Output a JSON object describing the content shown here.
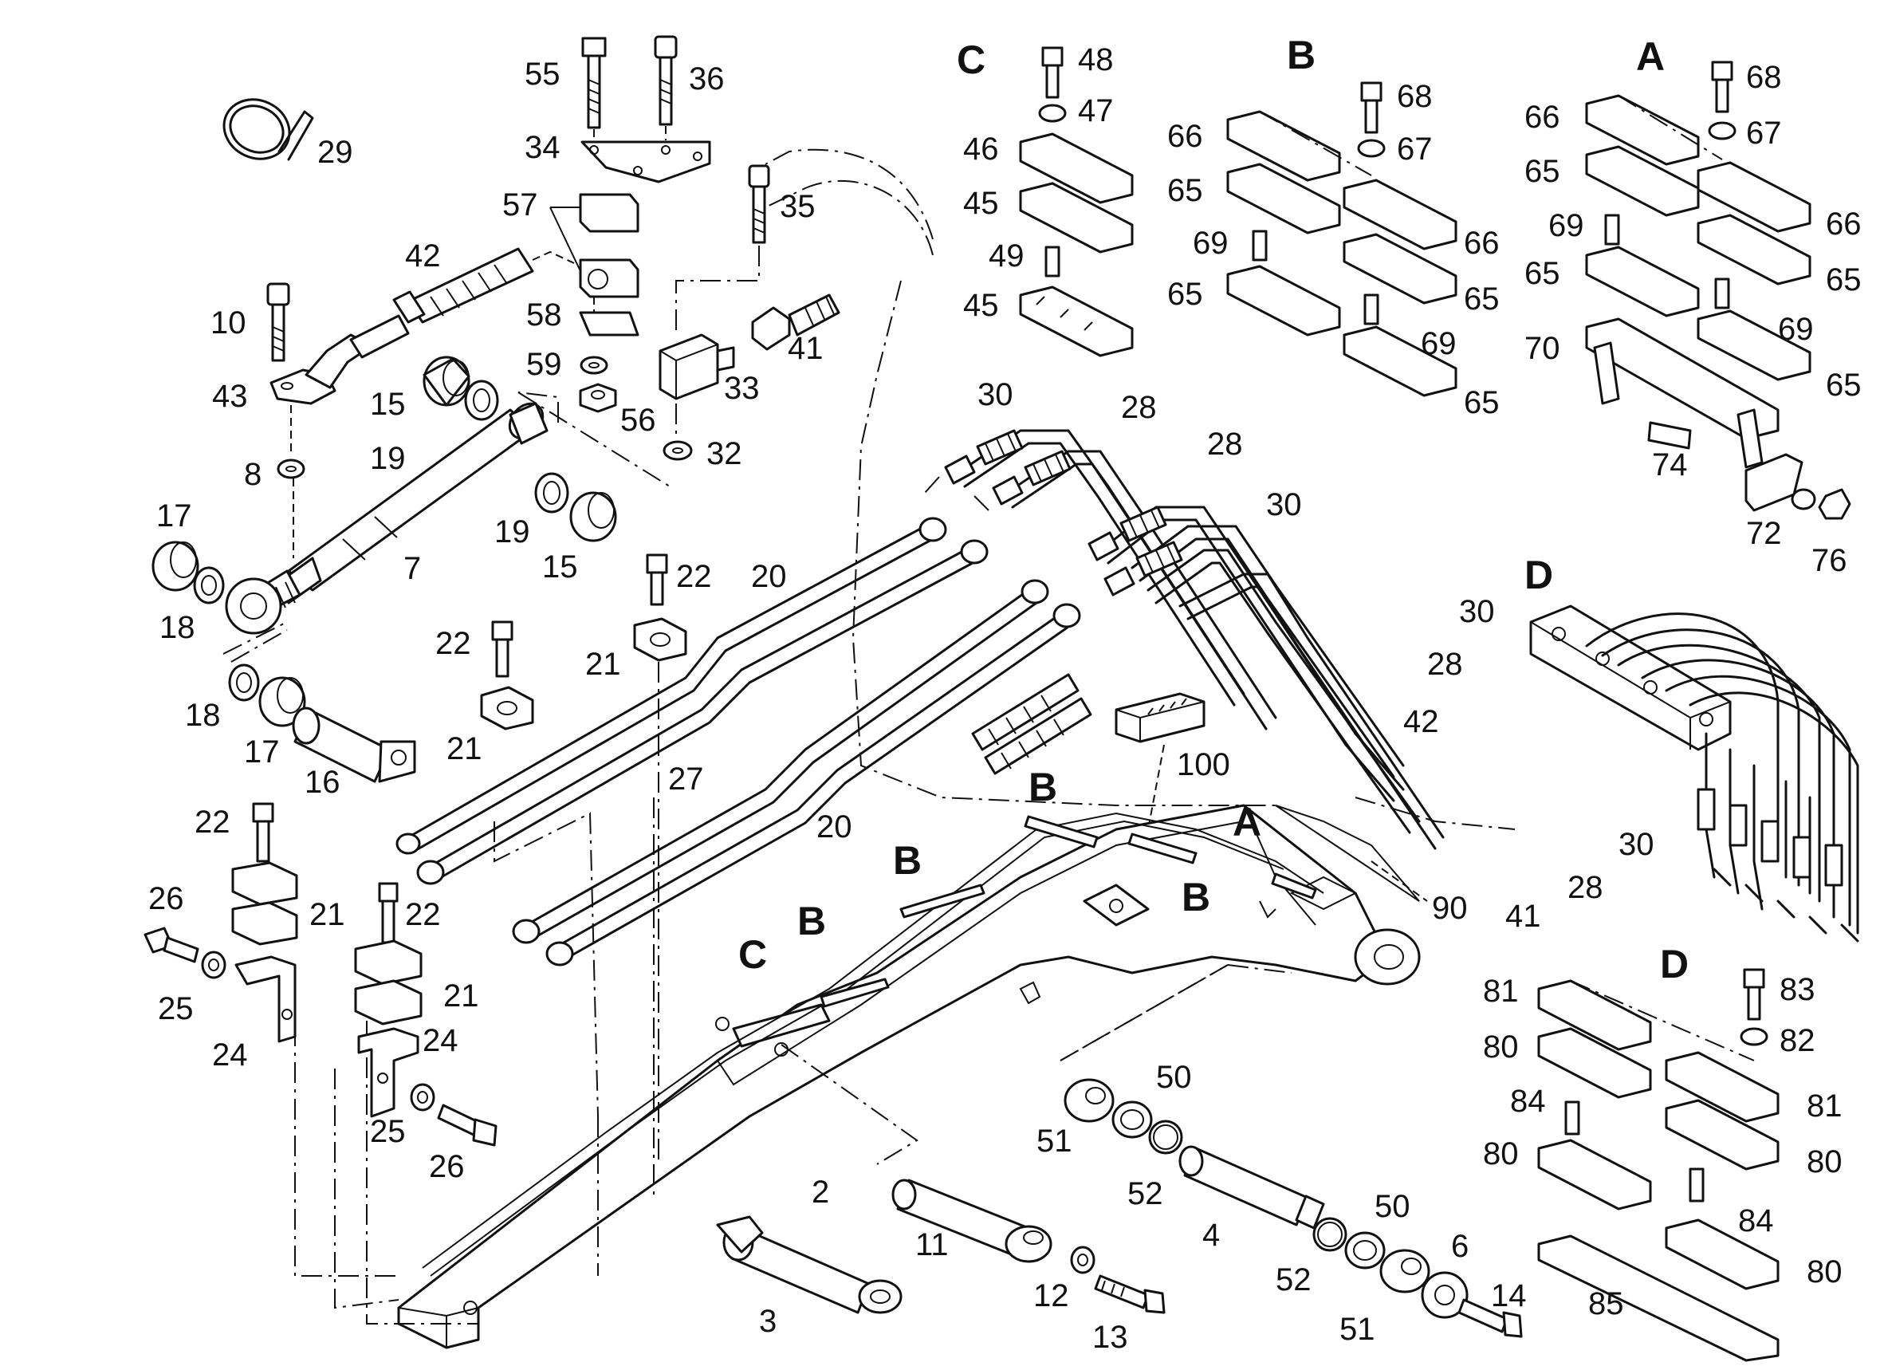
{
  "callouts": [
    {
      "id": "c55",
      "text": "55"
    },
    {
      "id": "c36",
      "text": "36"
    },
    {
      "id": "c34",
      "text": "34"
    },
    {
      "id": "c57",
      "text": "57"
    },
    {
      "id": "c35",
      "text": "35"
    },
    {
      "id": "c42",
      "text": "42"
    },
    {
      "id": "c10",
      "text": "10"
    },
    {
      "id": "c58",
      "text": "58"
    },
    {
      "id": "c59",
      "text": "59"
    },
    {
      "id": "c56",
      "text": "56"
    },
    {
      "id": "c41",
      "text": "41"
    },
    {
      "id": "c33",
      "text": "33"
    },
    {
      "id": "c32",
      "text": "32"
    },
    {
      "id": "c43",
      "text": "43"
    },
    {
      "id": "c15a",
      "text": "15"
    },
    {
      "id": "c19a",
      "text": "19"
    },
    {
      "id": "c8",
      "text": "8"
    },
    {
      "id": "c7",
      "text": "7"
    },
    {
      "id": "c17a",
      "text": "17"
    },
    {
      "id": "c18a",
      "text": "18"
    },
    {
      "id": "c19b",
      "text": "19"
    },
    {
      "id": "c15b",
      "text": "15"
    },
    {
      "id": "c29",
      "text": "29"
    },
    {
      "id": "c22a",
      "text": "22"
    },
    {
      "id": "c20a",
      "text": "20"
    },
    {
      "id": "c21a",
      "text": "21"
    },
    {
      "id": "c22b",
      "text": "22"
    },
    {
      "id": "c21b",
      "text": "21"
    },
    {
      "id": "c18b",
      "text": "18"
    },
    {
      "id": "c17b",
      "text": "17"
    },
    {
      "id": "c16",
      "text": "16"
    },
    {
      "id": "c27",
      "text": "27"
    },
    {
      "id": "c20b",
      "text": "20"
    },
    {
      "id": "c22c",
      "text": "22"
    },
    {
      "id": "c22d",
      "text": "22"
    },
    {
      "id": "c21c",
      "text": "21"
    },
    {
      "id": "c21d",
      "text": "21"
    },
    {
      "id": "c26a",
      "text": "26"
    },
    {
      "id": "c25a",
      "text": "25"
    },
    {
      "id": "c24a",
      "text": "24"
    },
    {
      "id": "c24b",
      "text": "24"
    },
    {
      "id": "c25b",
      "text": "25"
    },
    {
      "id": "c26b",
      "text": "26"
    },
    {
      "id": "c2",
      "text": "2"
    },
    {
      "id": "c3",
      "text": "3"
    },
    {
      "id": "c11",
      "text": "11"
    },
    {
      "id": "c12",
      "text": "12"
    },
    {
      "id": "c13",
      "text": "13"
    },
    {
      "id": "c50a",
      "text": "50"
    },
    {
      "id": "c51a",
      "text": "51"
    },
    {
      "id": "c52a",
      "text": "52"
    },
    {
      "id": "c4",
      "text": "4"
    },
    {
      "id": "c50b",
      "text": "50"
    },
    {
      "id": "c52b",
      "text": "52"
    },
    {
      "id": "c51b",
      "text": "51"
    },
    {
      "id": "c6",
      "text": "6"
    },
    {
      "id": "c14",
      "text": "14"
    },
    {
      "id": "c48",
      "text": "48"
    },
    {
      "id": "c47",
      "text": "47"
    },
    {
      "id": "c46",
      "text": "46"
    },
    {
      "id": "c45a",
      "text": "45"
    },
    {
      "id": "c49",
      "text": "49"
    },
    {
      "id": "c45b",
      "text": "45"
    },
    {
      "id": "c30a",
      "text": "30"
    },
    {
      "id": "c28a",
      "text": "28"
    },
    {
      "id": "c28b",
      "text": "28"
    },
    {
      "id": "c30b",
      "text": "30"
    },
    {
      "id": "c100",
      "text": "100"
    },
    {
      "id": "c90",
      "text": "90"
    },
    {
      "id": "c66a",
      "text": "66"
    },
    {
      "id": "c65a",
      "text": "65"
    },
    {
      "id": "c69a",
      "text": "69"
    },
    {
      "id": "c65b",
      "text": "65"
    },
    {
      "id": "c68a",
      "text": "68"
    },
    {
      "id": "c67a",
      "text": "67"
    },
    {
      "id": "c66b",
      "text": "66"
    },
    {
      "id": "c65c",
      "text": "65"
    },
    {
      "id": "c69b",
      "text": "69"
    },
    {
      "id": "c65d",
      "text": "65"
    },
    {
      "id": "c66c",
      "text": "66"
    },
    {
      "id": "c65e",
      "text": "65"
    },
    {
      "id": "c69c",
      "text": "69"
    },
    {
      "id": "c65f",
      "text": "65"
    },
    {
      "id": "c70",
      "text": "70"
    },
    {
      "id": "c68b",
      "text": "68"
    },
    {
      "id": "c67b",
      "text": "67"
    },
    {
      "id": "c66d",
      "text": "66"
    },
    {
      "id": "c65g",
      "text": "65"
    },
    {
      "id": "c69d",
      "text": "69"
    },
    {
      "id": "c65h",
      "text": "65"
    },
    {
      "id": "c74",
      "text": "74"
    },
    {
      "id": "c72",
      "text": "72"
    },
    {
      "id": "c76",
      "text": "76"
    },
    {
      "id": "c30c",
      "text": "30"
    },
    {
      "id": "c28c",
      "text": "28"
    },
    {
      "id": "c42b",
      "text": "42"
    },
    {
      "id": "c41b",
      "text": "41"
    },
    {
      "id": "c28d",
      "text": "28"
    },
    {
      "id": "c30d",
      "text": "30"
    },
    {
      "id": "c81a",
      "text": "81"
    },
    {
      "id": "c80a",
      "text": "80"
    },
    {
      "id": "c84a",
      "text": "84"
    },
    {
      "id": "c80b",
      "text": "80"
    },
    {
      "id": "c83",
      "text": "83"
    },
    {
      "id": "c82",
      "text": "82"
    },
    {
      "id": "c81b",
      "text": "81"
    },
    {
      "id": "c80c",
      "text": "80"
    },
    {
      "id": "c84b",
      "text": "84"
    },
    {
      "id": "c80d",
      "text": "80"
    },
    {
      "id": "c85",
      "text": "85"
    }
  ],
  "section_labels": [
    {
      "id": "sC1",
      "text": "C"
    },
    {
      "id": "sB1",
      "text": "B"
    },
    {
      "id": "sA1",
      "text": "A"
    },
    {
      "id": "sD1",
      "text": "D"
    },
    {
      "id": "sD2",
      "text": "D"
    },
    {
      "id": "sB2",
      "text": "B"
    },
    {
      "id": "sA2",
      "text": "A"
    },
    {
      "id": "sB3",
      "text": "B"
    },
    {
      "id": "sB4",
      "text": "B"
    },
    {
      "id": "sB5",
      "text": "B"
    },
    {
      "id": "sC2",
      "text": "C"
    }
  ]
}
